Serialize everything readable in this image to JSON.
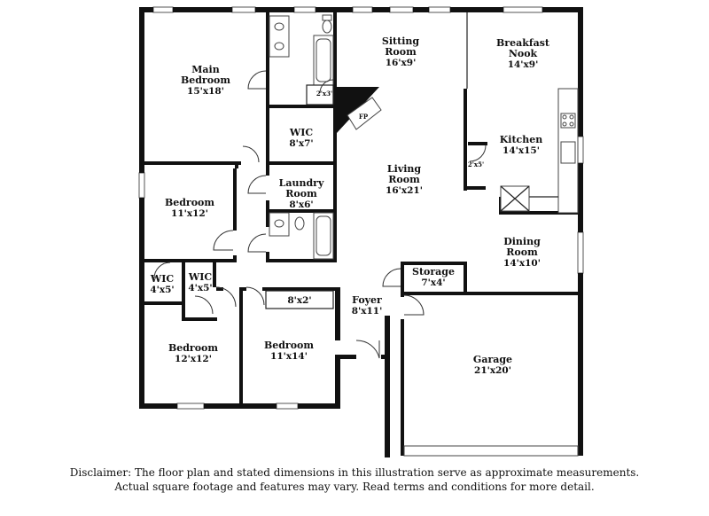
{
  "rooms": {
    "main_bedroom": {
      "name_line1": "Main",
      "name_line2": "Bedroom",
      "dim": "15'x18'"
    },
    "bath_closet": {
      "dim": "2'x3'"
    },
    "wic_main": {
      "name": "WIC",
      "dim": "8'x7'"
    },
    "sitting_room": {
      "name_line1": "Sitting",
      "name_line2": "Room",
      "dim": "16'x9'"
    },
    "breakfast_nook": {
      "name_line1": "Breakfast",
      "name_line2": "Nook",
      "dim": "14'x9'"
    },
    "fireplace": {
      "name": "FP"
    },
    "kitchen": {
      "name": "Kitchen",
      "dim": "14'x15'"
    },
    "pantry": {
      "dim": "2'x5'"
    },
    "living_room": {
      "name_line1": "Living",
      "name_line2": "Room",
      "dim": "16'x21'"
    },
    "laundry_room": {
      "name_line1": "Laundry",
      "name_line2": "Room",
      "dim": "8'x6'"
    },
    "bedroom_2": {
      "name": "Bedroom",
      "dim": "11'x12'"
    },
    "dining_room": {
      "name_line1": "Dining",
      "name_line2": "Room",
      "dim": "14'x10'"
    },
    "wic_left": {
      "name": "WIC",
      "dim": "4'x5'"
    },
    "wic_mid": {
      "name": "WIC",
      "dim": "4'x5'"
    },
    "closet_8x2": {
      "dim": "8'x2'"
    },
    "storage": {
      "name": "Storage",
      "dim": "7'x4'"
    },
    "foyer": {
      "name": "Foyer",
      "dim": "8'x11'"
    },
    "bedroom_3": {
      "name": "Bedroom",
      "dim": "12'x12'"
    },
    "bedroom_4": {
      "name": "Bedroom",
      "dim": "11'x14'"
    },
    "garage": {
      "name": "Garage",
      "dim": "21'x20'"
    }
  },
  "disclaimer": {
    "line1": "Disclaimer: The floor plan and stated dimensions in this illustration serve as approximate measurements.",
    "line2": "Actual square footage and features may vary. Read terms and conditions for more detail."
  }
}
